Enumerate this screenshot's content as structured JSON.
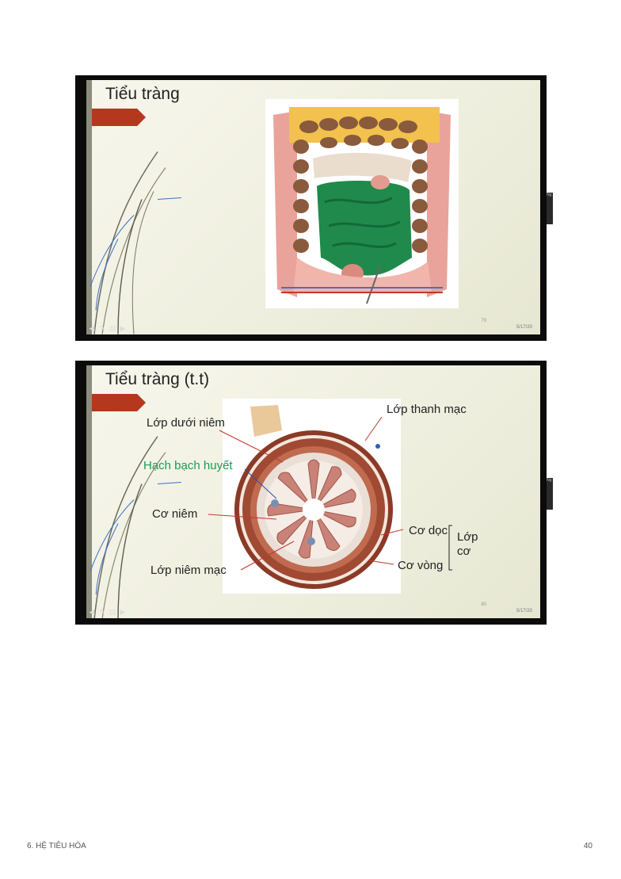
{
  "slides": [
    {
      "title": "Tiểu tràng",
      "figure_label": "",
      "slide_number": "79",
      "date": "5/17/20",
      "side_tab": "Ng"
    },
    {
      "title": "Tiểu tràng (t.t)",
      "slide_number": "80",
      "date": "5/17/20",
      "side_tab": "Ng",
      "labels": {
        "lop_duoi_niem": "Lớp dưới niêm",
        "hach_bach_huyet": "Hạch bạch huyết",
        "co_niem": "Cơ niêm",
        "lop_niem_mac": "Lớp niêm mạc",
        "lop_thanh_mac": "Lớp thanh mạc",
        "co_doc": "Cơ dọc",
        "co_vong": "Cơ vòng",
        "lop_co_1": "Lớp",
        "lop_co_2": "cơ"
      }
    }
  ],
  "nav_icons": [
    "arrow-left-icon",
    "pen-icon",
    "menu-icon",
    "arrow-right-icon"
  ],
  "footer": {
    "section": "6. HỆ TIÊU HÓA",
    "page": "40"
  },
  "colors": {
    "ribbon": "#b4381d",
    "green_label": "#1a9c55",
    "slide_border": "#0b0b0b"
  }
}
